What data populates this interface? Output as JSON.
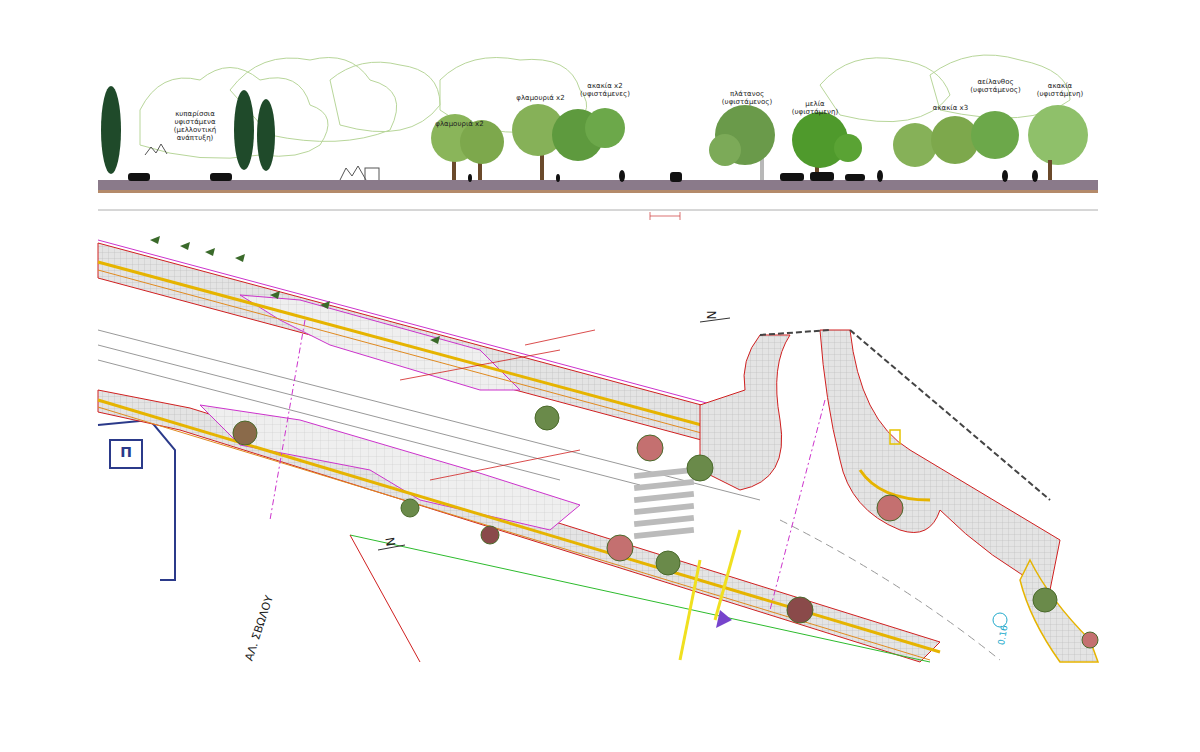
{
  "diagram": {
    "labels": [
      "κυπαρίσσια υφιστάμενα (μελλοντική ανάπτυξη)",
      "φλαμουριά x2",
      "φλαμουριά x2",
      "ακακία x2 (υφιστάμενες)",
      "πλάτανος (υφιστάμενος)",
      "μελία (υφιστάμενη)",
      "ακακία x3",
      "αείλανθος (υφιστάμενος)",
      "ακακία (υφιστάμενη)",
      "N",
      "N",
      "Π",
      "ΑΛ. ΣΒΩΛΟΥ",
      "0.16"
    ]
  }
}
